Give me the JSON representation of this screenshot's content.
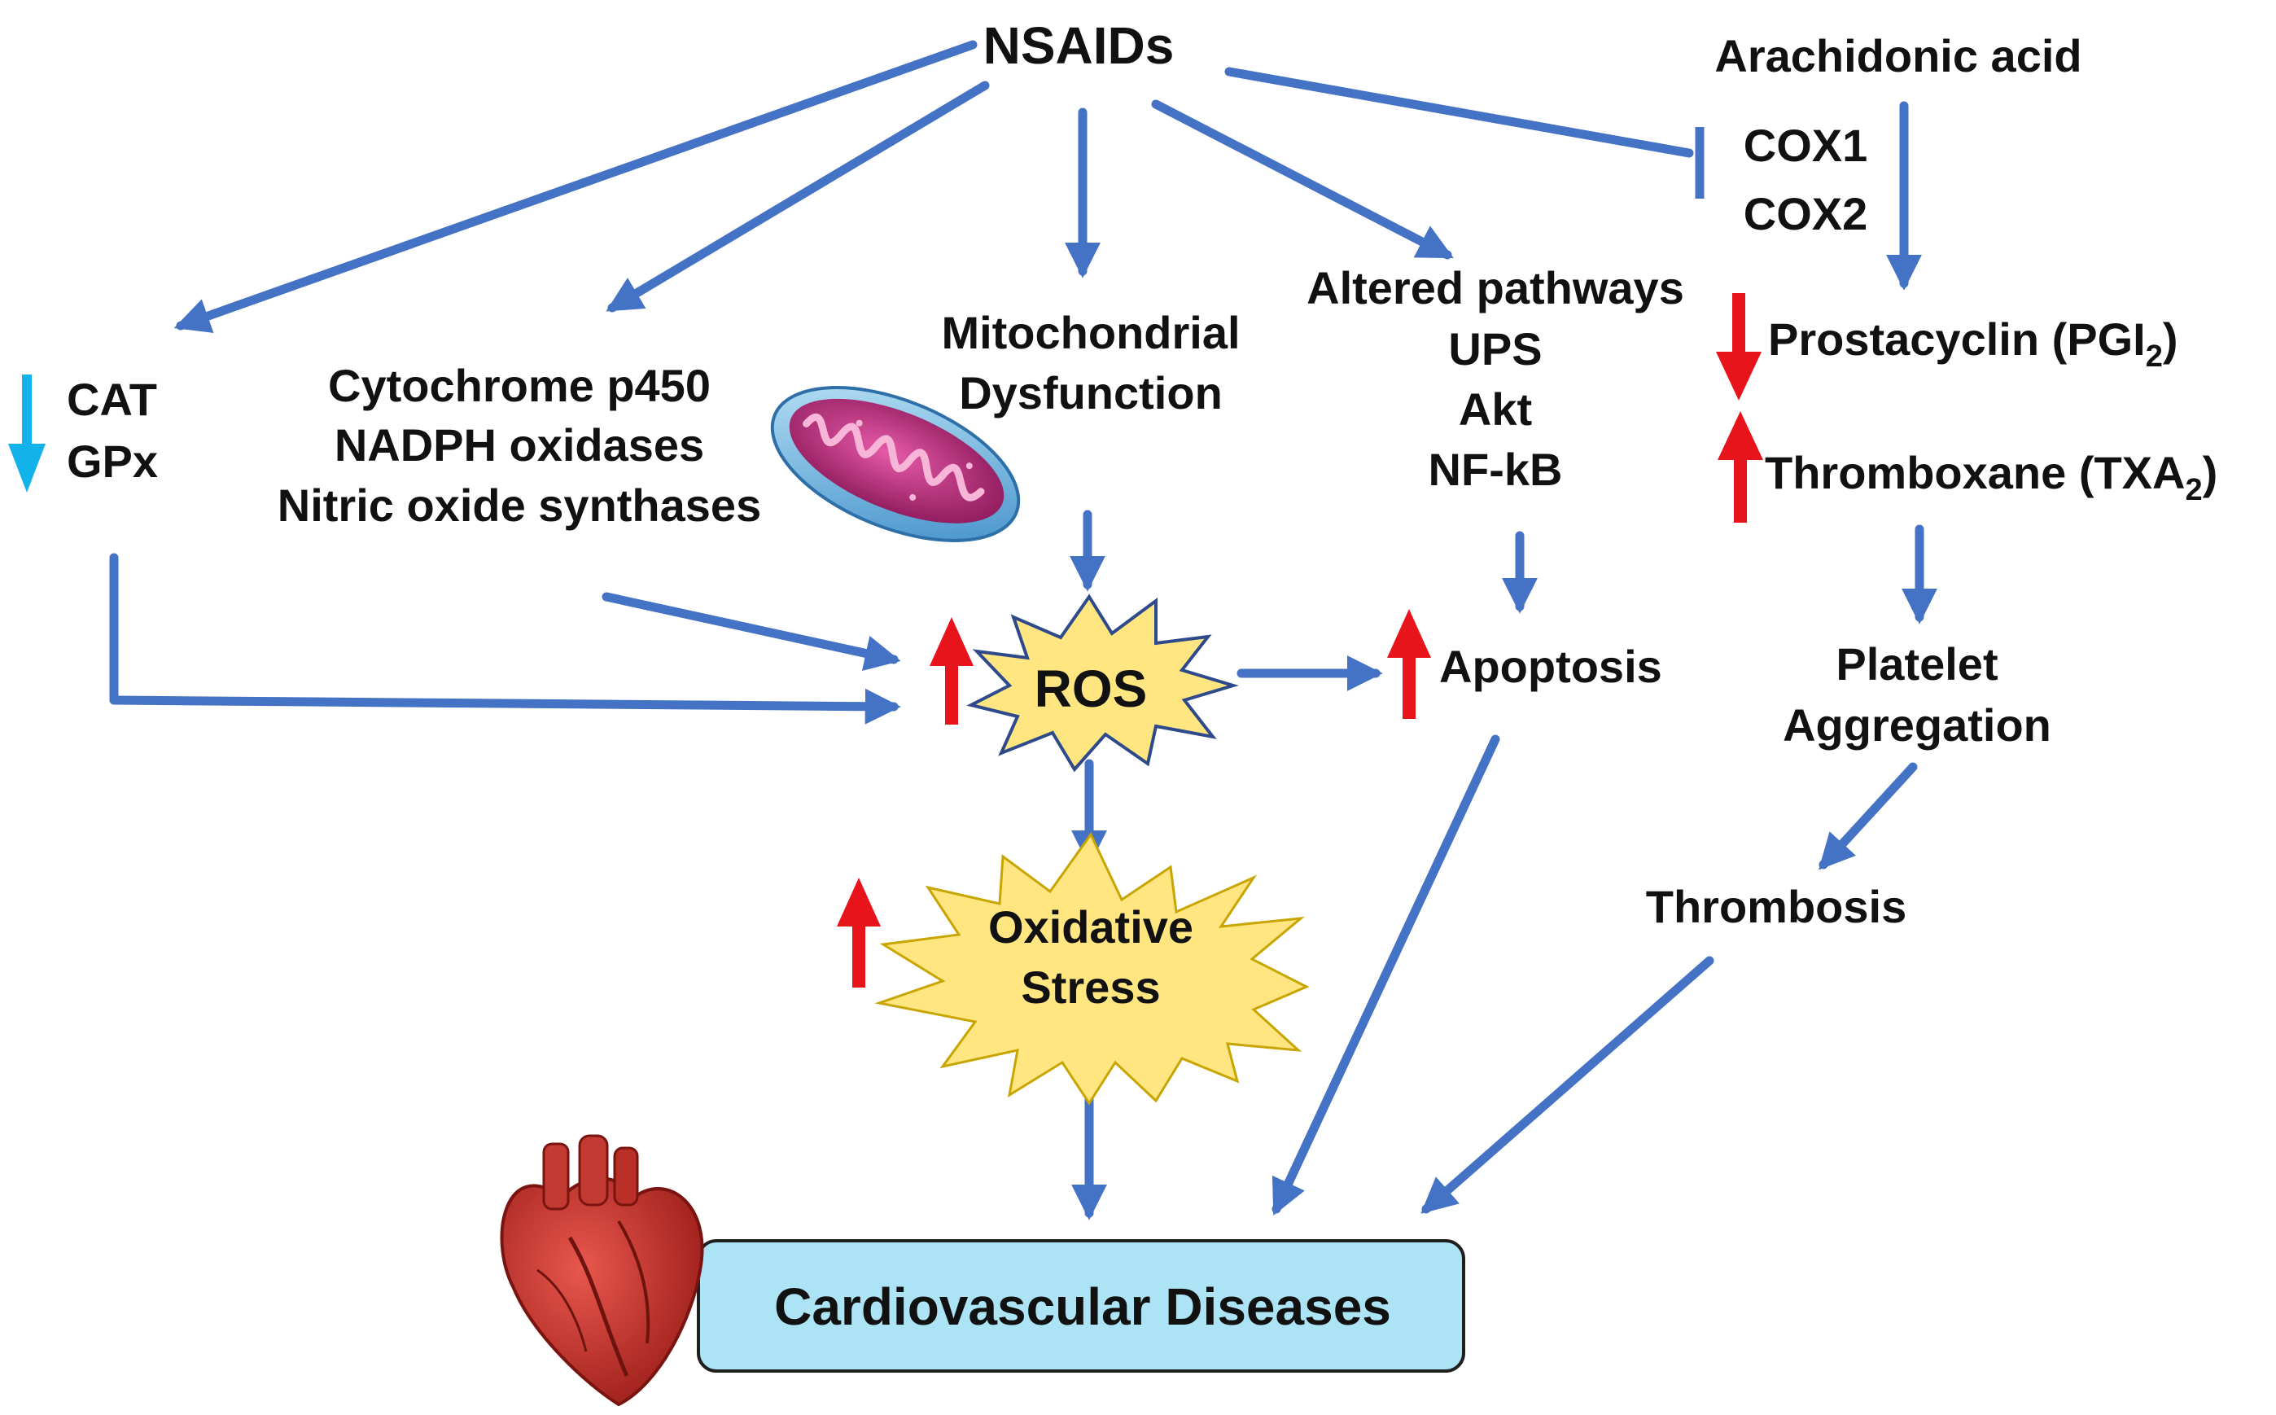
{
  "colors": {
    "arrow": "#4472C4",
    "up_arrow": "#E8141C",
    "down_arrow_cyan": "#12B3EA",
    "burst_fill": "#FFE680",
    "burst_stroke": "#2E4A8B",
    "box_fill": "#ADE4F5",
    "box_stroke": "#1F1F1F",
    "text": "#111111"
  },
  "nodes": {
    "nsaids": "NSAIDs",
    "arachidonic": "Arachidonic acid",
    "cox1": "COX1",
    "cox2": "COX2",
    "cat": "CAT",
    "gpx": "GPx",
    "cyto_1": "Cytochrome p450",
    "cyto_2": "NADPH oxidases",
    "cyto_3": "Nitric oxide synthases",
    "mito_1": "Mitochondrial",
    "mito_2": "Dysfunction",
    "alt_1": "Altered pathways",
    "alt_2": "UPS",
    "alt_3": "Akt",
    "alt_4": "NF-kB",
    "prosta_main": "Prostacyclin (PGI",
    "prosta_sub": "2",
    "prosta_end": ")",
    "thromb_main": "Thromboxane (TXA",
    "thromb_sub": "2",
    "thromb_end": ")",
    "ros": "ROS",
    "apoptosis": "Apoptosis",
    "platelet_1": "Platelet",
    "platelet_2": "Aggregation",
    "thrombosis": "Thrombosis",
    "oxidative_1": "Oxidative",
    "oxidative_2": "Stress",
    "cvd": "Cardiovascular Diseases"
  },
  "icons": {
    "mitochondrion": "mitochondrion-icon",
    "heart": "heart-icon"
  }
}
